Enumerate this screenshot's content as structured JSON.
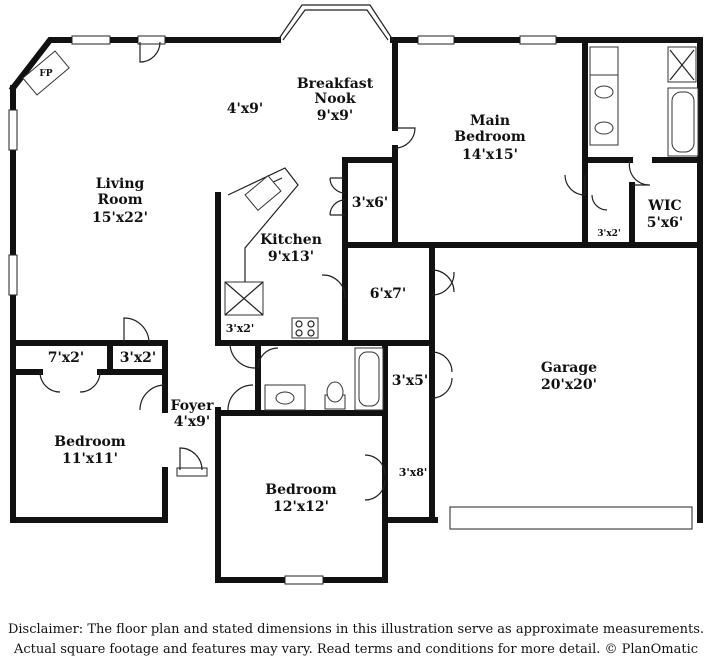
{
  "rooms": {
    "breakfast_nook": {
      "name_line1": "Breakfast",
      "name_line2": "Nook",
      "dim": "9'x9'"
    },
    "main_bedroom": {
      "name_line1": "Main",
      "name_line2": "Bedroom",
      "dim": "14'x15'"
    },
    "living_room": {
      "name_line1": "Living",
      "name_line2": "Room",
      "dim": "15'x22'"
    },
    "kitchen": {
      "name": "Kitchen",
      "dim": "9'x13'"
    },
    "wic": {
      "name": "WIC",
      "dim": "5'x6'"
    },
    "garage": {
      "name": "Garage",
      "dim": "20'x20'"
    },
    "foyer": {
      "name": "Foyer",
      "dim": "4'x9'"
    },
    "bedroom_left": {
      "name": "Bedroom",
      "dim": "11'x11'"
    },
    "bedroom_bottom": {
      "name": "Bedroom",
      "dim": "12'x12'"
    }
  },
  "closets": {
    "hall_4x9": "4'x9'",
    "pantry_3x6": "3'x6'",
    "bath_closet_3x2": "3'x2'",
    "laundry_6x7": "6'x7'",
    "kitchen_3x2": "3'x2'",
    "closet_7x2": "7'x2'",
    "closet_3x2_left": "3'x2'",
    "closet_3x5": "3'x5'",
    "closet_3x8": "3'x8'"
  },
  "fixtures": {
    "fireplace": "FP"
  },
  "disclaimer": {
    "line1": "Disclaimer: The floor plan and stated dimensions in this illustration serve as approximate measurements.",
    "line2": "Actual square footage and features may vary. Read terms and conditions for more detail. © PlanOmatic"
  }
}
